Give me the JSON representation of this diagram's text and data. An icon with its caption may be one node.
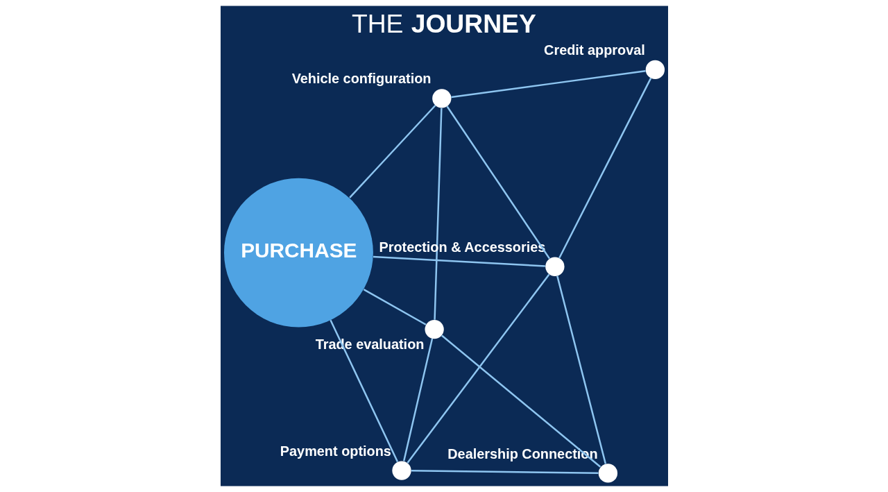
{
  "diagram": {
    "title": "THE **JOURNEY**",
    "nodes": [
      {
        "text": [],
        "shape": "circle",
        "beside": [
          "Vehicle configuration"
        ]
      },
      {
        "text": [],
        "shape": "circle",
        "beside": [
          "Trade evaluation"
        ]
      },
      {
        "text": [],
        "shape": "circle",
        "beside": [
          "Dealership Connection"
        ]
      },
      {
        "text": [
          "PURCHASE"
        ]
      },
      {
        "text": [],
        "shape": "circle",
        "beside": [
          "Credit approval"
        ]
      },
      {
        "text": [],
        "shape": "circle",
        "beside": [
          "Protection & Accessories"
        ]
      },
      {
        "text": [],
        "shape": "circle",
        "beside": [
          "Payment options"
        ]
      }
    ],
    "edges": [
      {
        "from": 0,
        "to": 1,
        "arrow": "none"
      },
      {
        "from": 0,
        "to": 3,
        "arrow": "none"
      },
      {
        "from": 0,
        "to": 4,
        "arrow": "none"
      },
      {
        "from": 0,
        "to": 5,
        "arrow": "none"
      },
      {
        "from": 1,
        "to": 2,
        "arrow": "none"
      },
      {
        "from": 1,
        "to": 3,
        "arrow": "none"
      },
      {
        "from": 1,
        "to": 6,
        "arrow": "none"
      },
      {
        "from": 2,
        "to": 5,
        "arrow": "none"
      },
      {
        "from": 2,
        "to": 6,
        "arrow": "none"
      },
      {
        "from": 4,
        "to": 5,
        "arrow": "none"
      },
      {
        "from": 5,
        "to": 3,
        "arrow": "none"
      },
      {
        "from": 5,
        "to": 6,
        "arrow": "none"
      },
      {
        "from": 3,
        "to": 6,
        "arrow": "none"
      }
    ]
  }
}
